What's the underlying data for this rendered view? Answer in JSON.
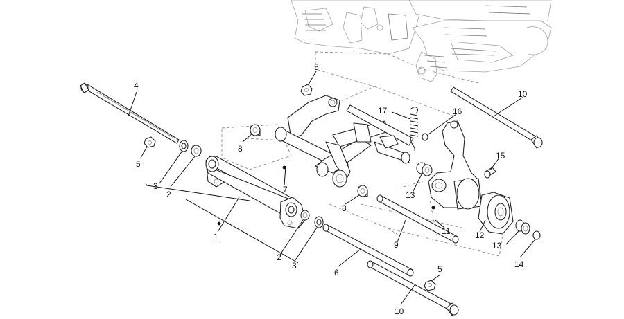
{
  "diagram": {
    "callouts": {
      "c1": "1",
      "c2a": "2",
      "c2b": "2",
      "c3a": "3",
      "c3b": "3",
      "c4": "4",
      "c5a": "5",
      "c5b": "5",
      "c5c": "5",
      "c6": "6",
      "c7": "7",
      "c8a": "8",
      "c8b": "8",
      "c9": "9",
      "c10a": "10",
      "c10b": "10",
      "c11": "11",
      "c12": "12",
      "c13a": "13",
      "c13b": "13",
      "c14": "14",
      "c15": "15",
      "c16": "16",
      "c17": "17"
    }
  }
}
